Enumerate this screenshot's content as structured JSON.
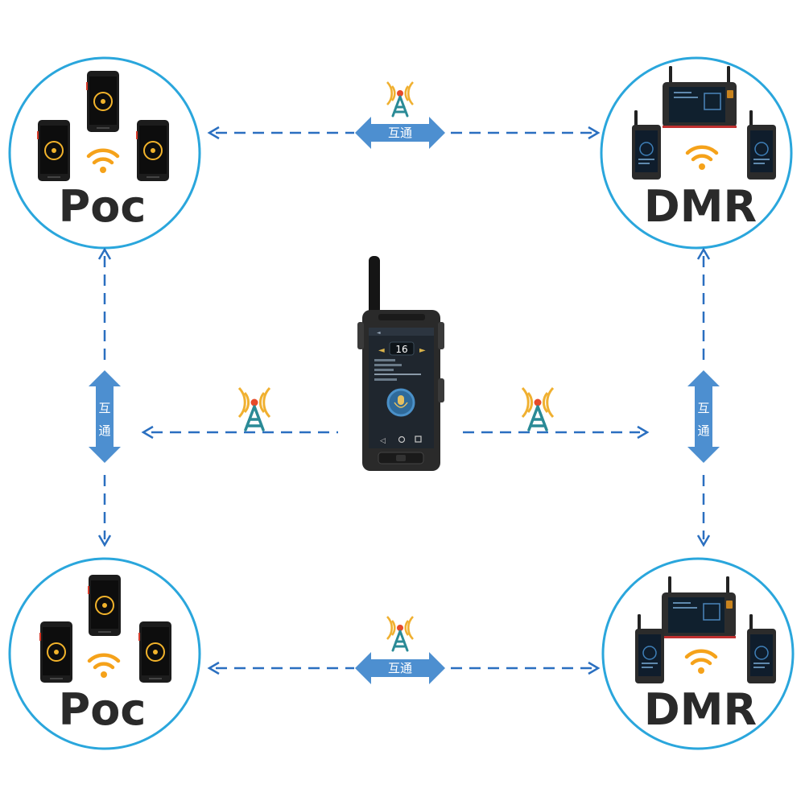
{
  "nodes": {
    "top_left": {
      "label": "Poc",
      "kind": "poc"
    },
    "top_right": {
      "label": "DMR",
      "kind": "dmr"
    },
    "bottom_left": {
      "label": "Poc",
      "kind": "poc"
    },
    "bottom_right": {
      "label": "DMR",
      "kind": "dmr"
    }
  },
  "links": {
    "top": "互通",
    "bottom": "互通",
    "left": [
      "互",
      "通"
    ],
    "right": [
      "互",
      "通"
    ]
  },
  "center_device": {
    "screen_value": "16"
  },
  "colors": {
    "circle": "#2aa6dc",
    "dash": "#2a6fc0",
    "link_arrow": "#4d8fd0",
    "wifi": "#f5a21a",
    "tower": "#2a8a96",
    "tower_dot": "#e64a2a",
    "tower_wave": "#f0b030"
  }
}
